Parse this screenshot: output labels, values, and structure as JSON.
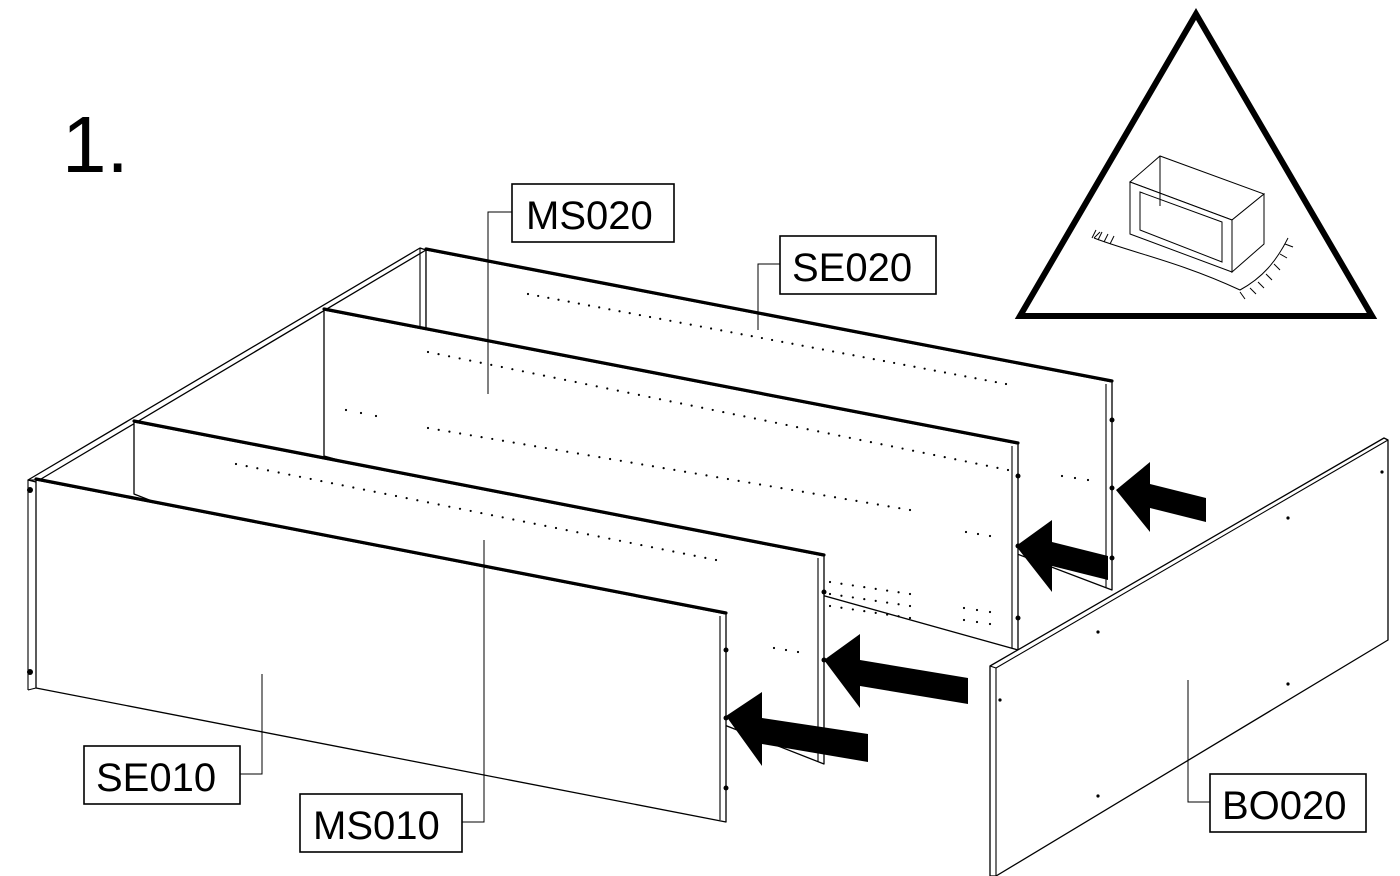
{
  "step_number": "1.",
  "labels": {
    "ms020": "MS020",
    "se020": "SE020",
    "se010": "SE010",
    "ms010": "MS010",
    "bo020": "BO020"
  },
  "warning_icon": "warning-triangle-icon",
  "arrow_icon": "push-arrow-icon",
  "colors": {
    "line": "#000000",
    "background": "#ffffff"
  }
}
